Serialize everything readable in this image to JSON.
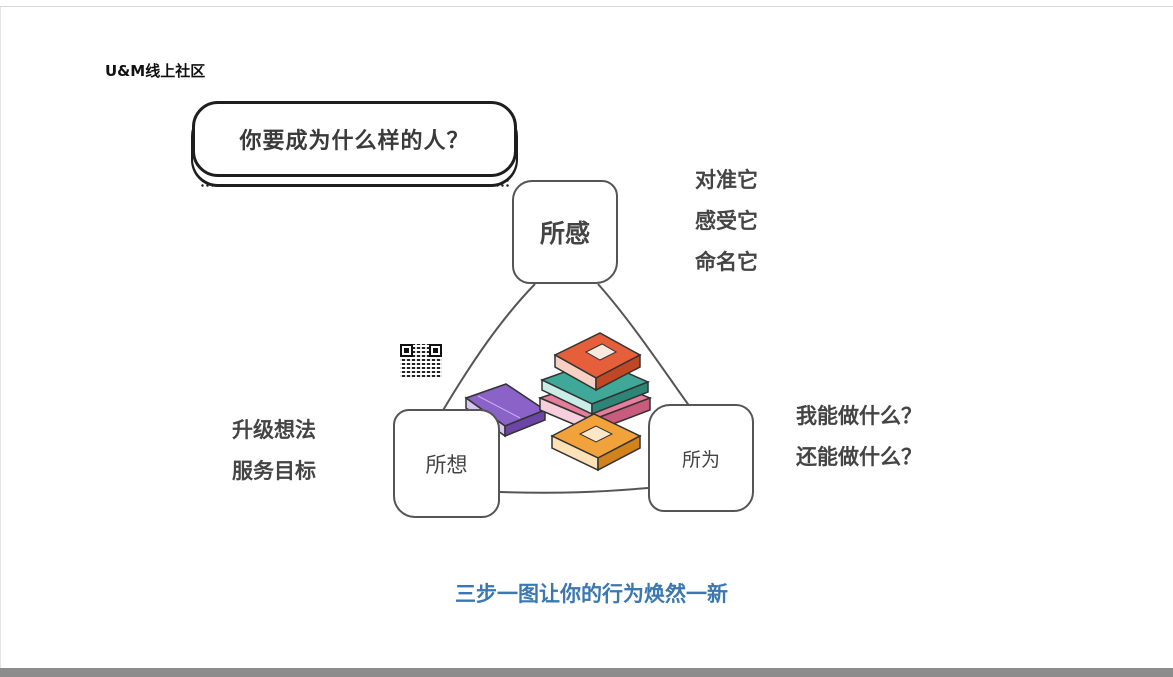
{
  "brand": "U&M线上社区",
  "question": "你要成为什么样的人？",
  "nodes": {
    "feel": "所感",
    "think": "所想",
    "do": "所为"
  },
  "feel_steps": [
    "对准它",
    "感受它",
    "命名它"
  ],
  "think_steps": [
    "升级想法",
    "服务目标"
  ],
  "do_steps": [
    "我能做什么？",
    "还能做什么？"
  ],
  "tagline": "三步一图让你的行为焕然一新",
  "colors": {
    "tagline": "#3b77b0",
    "book_red": "#e5603a",
    "book_teal": "#3fa898",
    "book_pink": "#e77d9c",
    "book_purple": "#8b62c7",
    "book_orange": "#f2a23a"
  },
  "icons": [
    "books-illustration",
    "qr-code-icon"
  ]
}
